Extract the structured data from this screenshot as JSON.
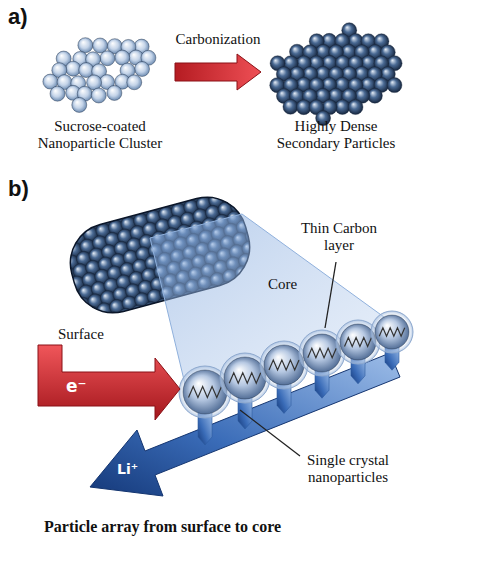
{
  "diagram": {
    "caption": "Particle array from surface to core",
    "nodes": [
      {
        "text": [
          "Sucrose-coated Nanoparticle Cluster"
        ]
      },
      {
        "text": [
          "Highly Dense Secondary Particles"
        ]
      }
    ],
    "edges": [
      {
        "from": 0,
        "to": 1,
        "arrow": "to",
        "label": "Carbonization"
      }
    ],
    "labels": [
      "a)",
      "b)",
      "Thin Carbon layer",
      "Core",
      "Surface",
      "e⁻",
      "Li⁺",
      "Single crystal nanoparticles"
    ]
  }
}
